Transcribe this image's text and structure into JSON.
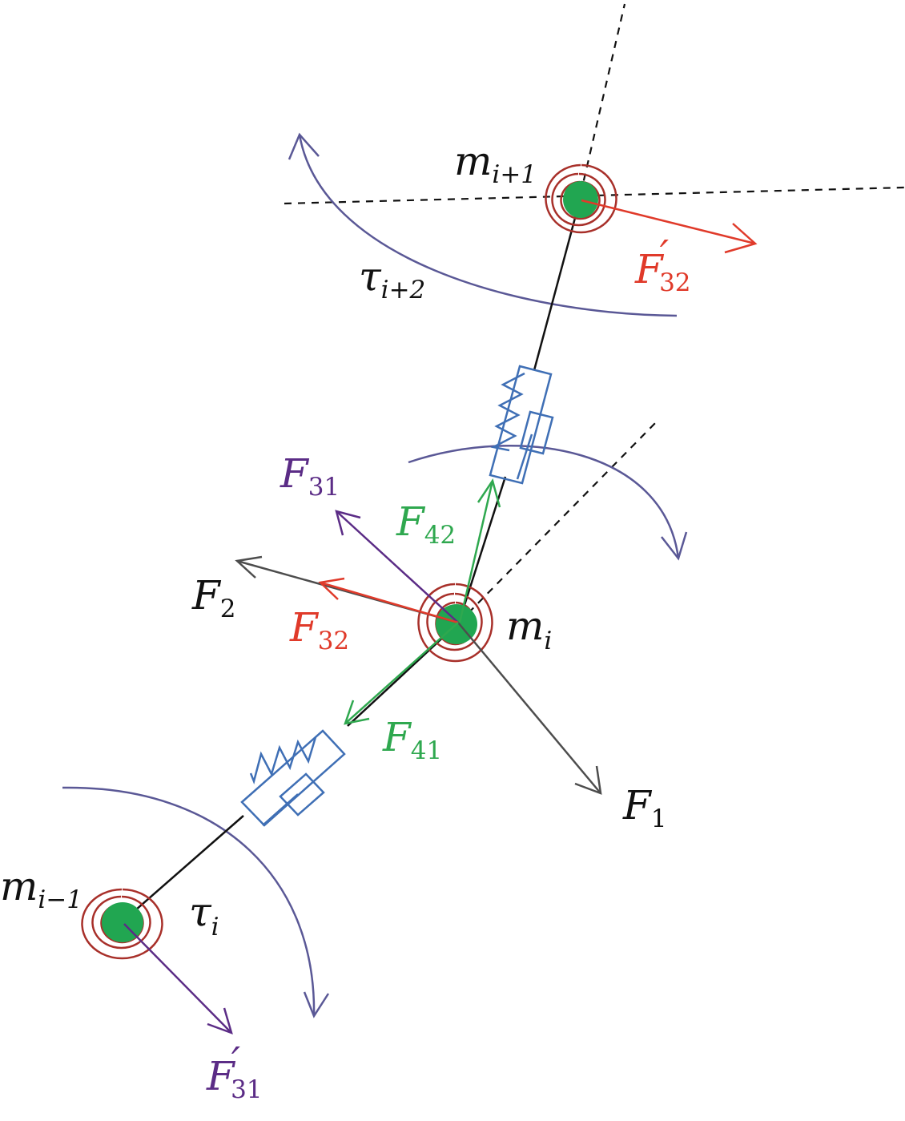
{
  "colors": {
    "black": "#111111",
    "gray_force": "#4d4d4d",
    "red_force": "#e03a2a",
    "green_force": "#2fa84f",
    "purple_force": "#5b2c86",
    "torque_arc": "#5a5896",
    "spring": "#3f6fb5",
    "spiral": "#a8302a",
    "mass": "#21a651"
  },
  "labels": {
    "m_upper": {
      "main": "m",
      "sub": "i+1"
    },
    "m_mid": {
      "main": "m",
      "sub": "i"
    },
    "m_lower": {
      "main": "m",
      "sub": "i−1"
    },
    "tau_upper": {
      "main": "τ",
      "sub": "i+2"
    },
    "tau_lower": {
      "main": "τ",
      "sub": "i"
    },
    "F1": {
      "main": "F",
      "sub": "1"
    },
    "F2": {
      "main": "F",
      "sub": "2"
    },
    "F31": {
      "main": "F",
      "sub": "31"
    },
    "F32": {
      "main": "F",
      "sub": "32"
    },
    "F41": {
      "main": "F",
      "sub": "41"
    },
    "F42": {
      "main": "F",
      "sub": "42"
    },
    "F32p": {
      "main": "F",
      "sub": "32",
      "prime": "′"
    },
    "F31p": {
      "main": "F",
      "sub": "31",
      "prime": "′"
    }
  }
}
